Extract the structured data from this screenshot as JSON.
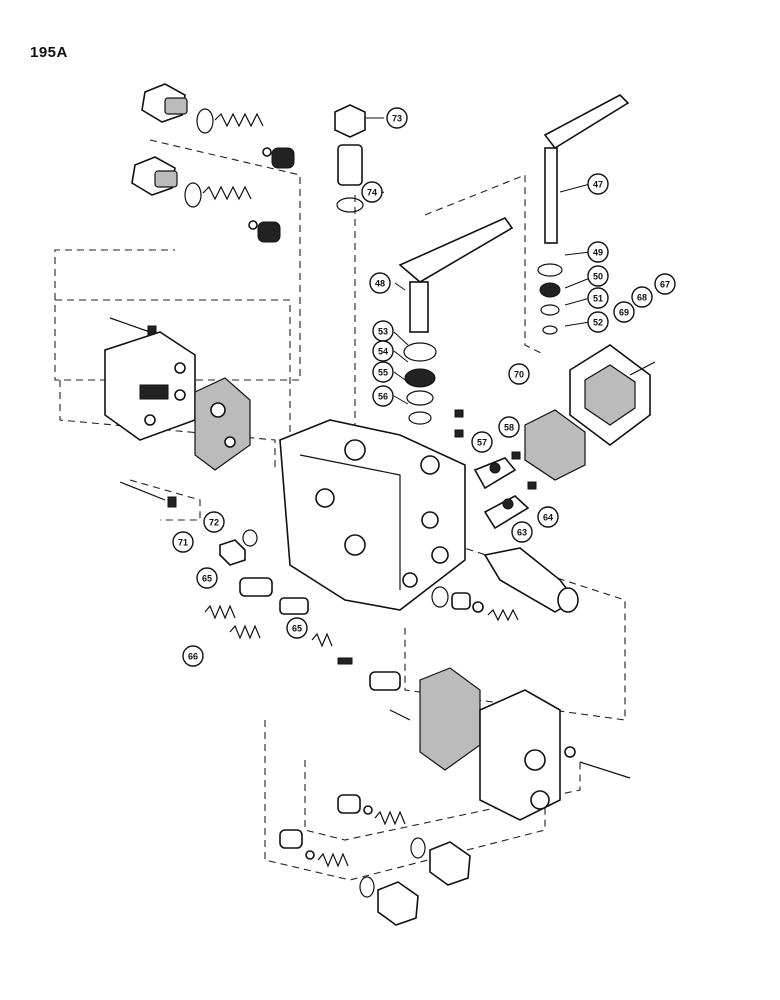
{
  "page_code": "195A",
  "callouts": [
    "47",
    "48",
    "49",
    "50",
    "51",
    "52",
    "53",
    "54",
    "55",
    "56",
    "57",
    "58",
    "63",
    "64",
    "65",
    "65",
    "66",
    "67",
    "68",
    "69",
    "70",
    "71",
    "72",
    "73",
    "74"
  ]
}
